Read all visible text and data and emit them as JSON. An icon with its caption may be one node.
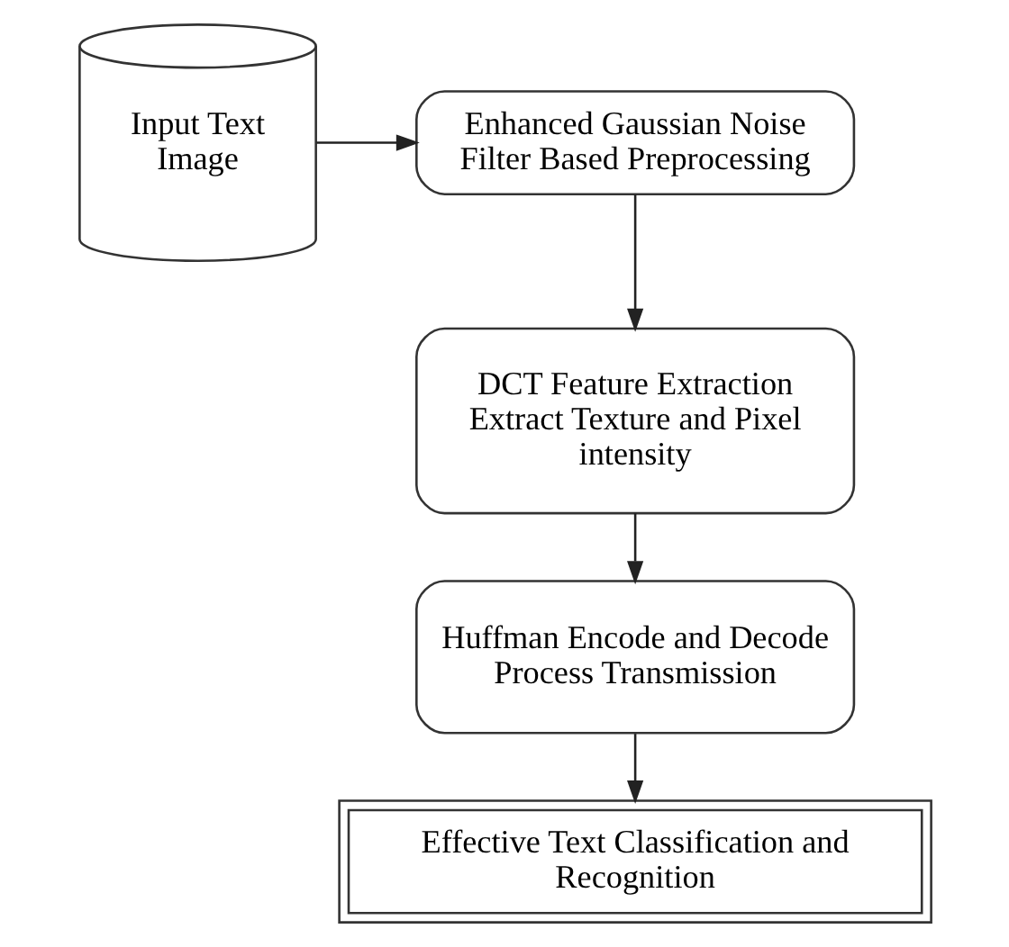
{
  "diagram": {
    "nodes": [
      {
        "text": [
          "Input Text Image"
        ]
      },
      {
        "text": [
          "Enhanced Gaussian Noise Filter Based Preprocessing"
        ]
      },
      {
        "text": [
          "DCT Feature Extraction Extract Texture and Pixel intensity"
        ]
      },
      {
        "text": [
          "Huffman Encode and Decode Process Transmission"
        ]
      },
      {
        "text": [
          "Effective Text Classification and Recognition"
        ]
      }
    ],
    "edges": [
      {
        "from": 0,
        "to": 1,
        "arrow": "to"
      },
      {
        "from": 1,
        "to": 2,
        "arrow": "to"
      },
      {
        "from": 2,
        "to": 3,
        "arrow": "to"
      },
      {
        "from": 3,
        "to": 4,
        "arrow": "to"
      }
    ]
  }
}
